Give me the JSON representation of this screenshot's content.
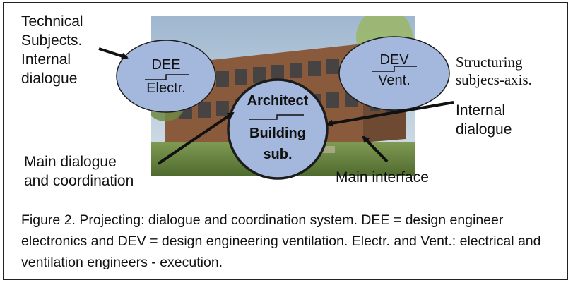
{
  "labels": {
    "technical": "Technical\nSubjects.\nInternal\ndialogue",
    "structuring_line1": "Structuring",
    "structuring_line2": "subjecs-axis.",
    "structuring_rest": "Internal\ndialogue",
    "main_dialogue": "Main dialogue\nand coordination",
    "main_interface": "Main interface"
  },
  "nodes": {
    "dee_top": "DEE",
    "dee_bottom": "Electr.",
    "dev_top": "DEV",
    "dev_bottom": "Vent.",
    "arch_top": "Architect",
    "arch_mid": "Building",
    "arch_bottom": "sub."
  },
  "caption": "Figure 2. Projecting: dialogue and coordination system. DEE = design engineer electronics and DEV = design engineering ventilation. Electr. and Vent.: electrical and ventilation engineers - execution.",
  "colors": {
    "node_fill": "#a4b7dc",
    "node_stroke": "#1c1c1c"
  }
}
